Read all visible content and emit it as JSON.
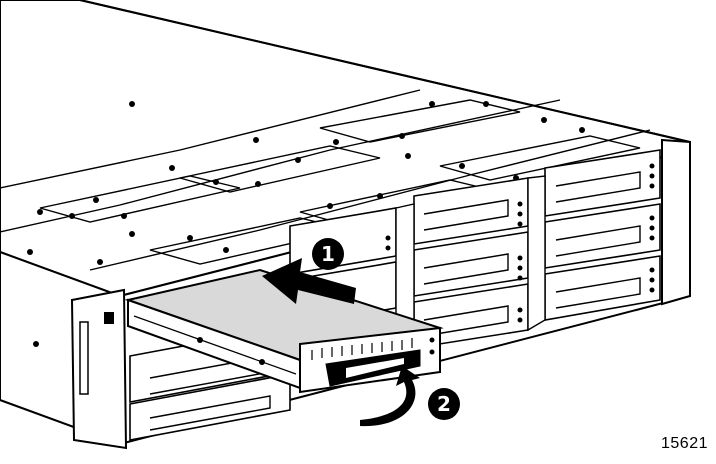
{
  "figure": {
    "figure_number": "15621",
    "callouts": [
      {
        "label": "1",
        "meaning-icon": "arrow-push-icon"
      },
      {
        "label": "2",
        "meaning-icon": "arrow-curved-icon"
      }
    ],
    "colors": {
      "line": "#000000",
      "fill": "#ffffff",
      "drive_top": "#d9d9d9",
      "badge": "#000000",
      "badge_text": "#ffffff"
    }
  }
}
